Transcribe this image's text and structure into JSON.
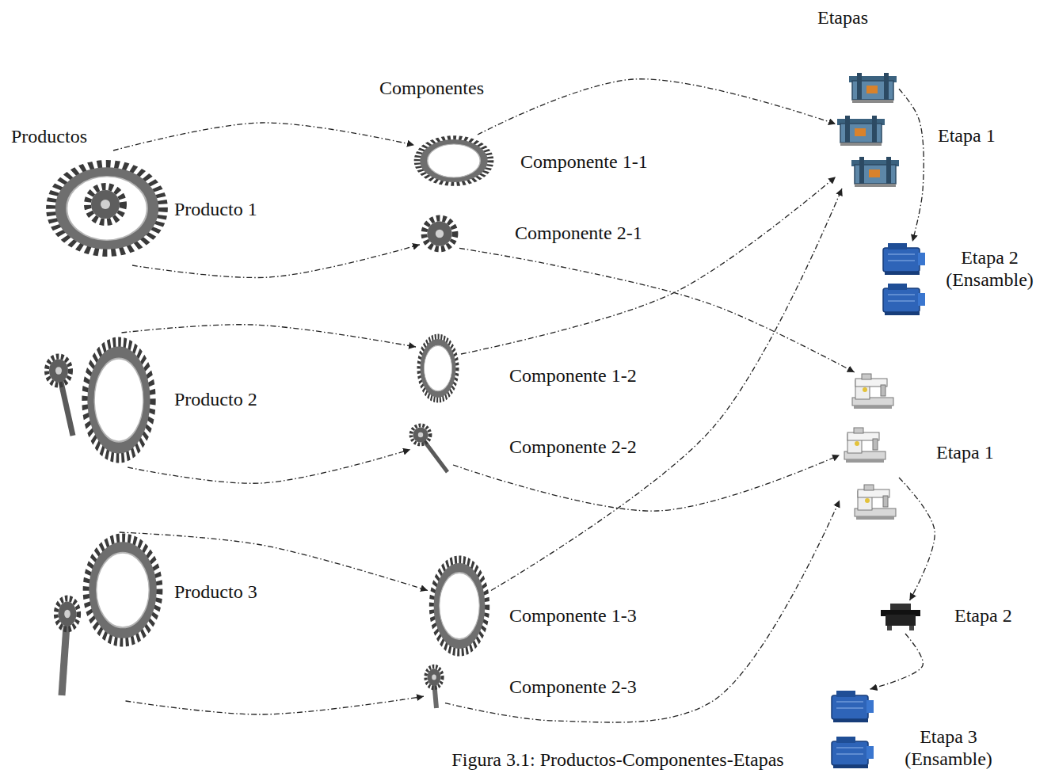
{
  "diagram": {
    "caption": "Figura 3.1: Productos-Componentes-Etapas",
    "nodes": [
      {
        "text": [
          "Producto 1"
        ]
      },
      {
        "text": [
          "Componente 1-1"
        ]
      },
      {
        "text": [
          "Componente 2-1"
        ]
      },
      {
        "text": [
          "Producto 2"
        ]
      },
      {
        "text": [
          "Componente 1-2"
        ]
      },
      {
        "text": [
          "Componente 2-2"
        ]
      },
      {
        "text": [
          "Producto 3"
        ]
      },
      {
        "text": [
          "Componente 1-3"
        ]
      },
      {
        "text": [
          "Componente 2-3"
        ]
      },
      {
        "text": [
          "Etapa 1"
        ]
      },
      {
        "text": [
          "Etapa 2 (Ensamble)"
        ]
      },
      {
        "text": [
          "Etapa 1"
        ]
      },
      {
        "text": [
          "Etapa 2"
        ]
      },
      {
        "text": [
          "Etapa 3 (Ensamble)"
        ]
      }
    ],
    "edges": [
      {
        "from": 0,
        "to": 1,
        "arrow": "to"
      },
      {
        "from": 0,
        "to": 2,
        "arrow": "to"
      },
      {
        "from": 3,
        "to": 4,
        "arrow": "to"
      },
      {
        "from": 3,
        "to": 5,
        "arrow": "to"
      },
      {
        "from": 6,
        "to": 7,
        "arrow": "to"
      },
      {
        "from": 6,
        "to": 8,
        "arrow": "to"
      },
      {
        "from": 1,
        "to": 9,
        "arrow": "to"
      },
      {
        "from": 2,
        "to": 11,
        "arrow": "to"
      },
      {
        "from": 4,
        "to": 9,
        "arrow": "to"
      },
      {
        "from": 5,
        "to": 11,
        "arrow": "to"
      },
      {
        "from": 7,
        "to": 9,
        "arrow": "to"
      },
      {
        "from": 8,
        "to": 11,
        "arrow": "to"
      },
      {
        "from": 9,
        "to": 10,
        "arrow": "to"
      },
      {
        "from": 11,
        "to": 12,
        "arrow": "to"
      },
      {
        "from": 12,
        "to": 13,
        "arrow": "to"
      }
    ],
    "labels": [
      "Productos",
      "Componentes",
      "Etapas"
    ]
  }
}
